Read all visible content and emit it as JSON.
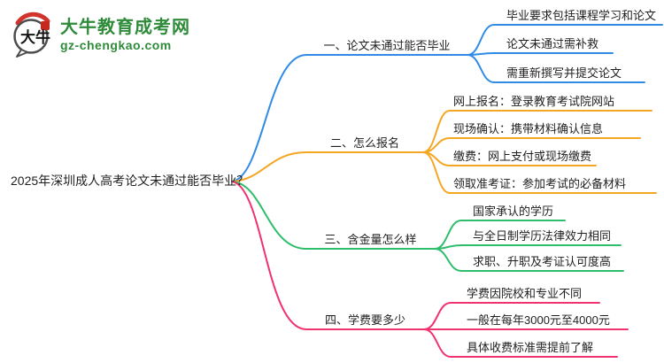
{
  "site": {
    "name": "大牛教育成考网",
    "url": "gz-chengkao.com",
    "logo_characters": "大牛"
  },
  "mindmap": {
    "central_topic": "2025年深圳成人高考论文未通过能否毕业？",
    "branches": [
      {
        "label": "一、论文未通过能否毕业",
        "color": "#2f8be6",
        "children": [
          "毕业要求包括课程学习和论文",
          "论文未通过需补救",
          "需重新撰写并提交论文"
        ]
      },
      {
        "label": "二、怎么报名",
        "color": "#f5a623",
        "children": [
          "网上报名：登录教育考试院网站",
          "现场确认：携带材料确认信息",
          "缴费：网上支付或现场缴费",
          "领取准考证：参加考试的必备材料"
        ]
      },
      {
        "label": "三、含金量怎么样",
        "color": "#2ebd6b",
        "children": [
          "国家承认的学历",
          "与全日制学历法律效力相同",
          "求职、升职及考证认可度高"
        ]
      },
      {
        "label": "四、学费要多少",
        "color": "#f0336f",
        "children": [
          "学费因院校和专业不同",
          "一般在每年3000元至4000元",
          "具体收费标准需提前了解"
        ]
      }
    ]
  },
  "colors": {
    "branch_blue": "#2f8be6",
    "branch_orange": "#f5a623",
    "branch_green": "#2ebd6b",
    "branch_pink": "#f0336f",
    "logo_green": "#2e8b3a",
    "logo_red": "#d0342c",
    "text": "#1f1f1f"
  }
}
